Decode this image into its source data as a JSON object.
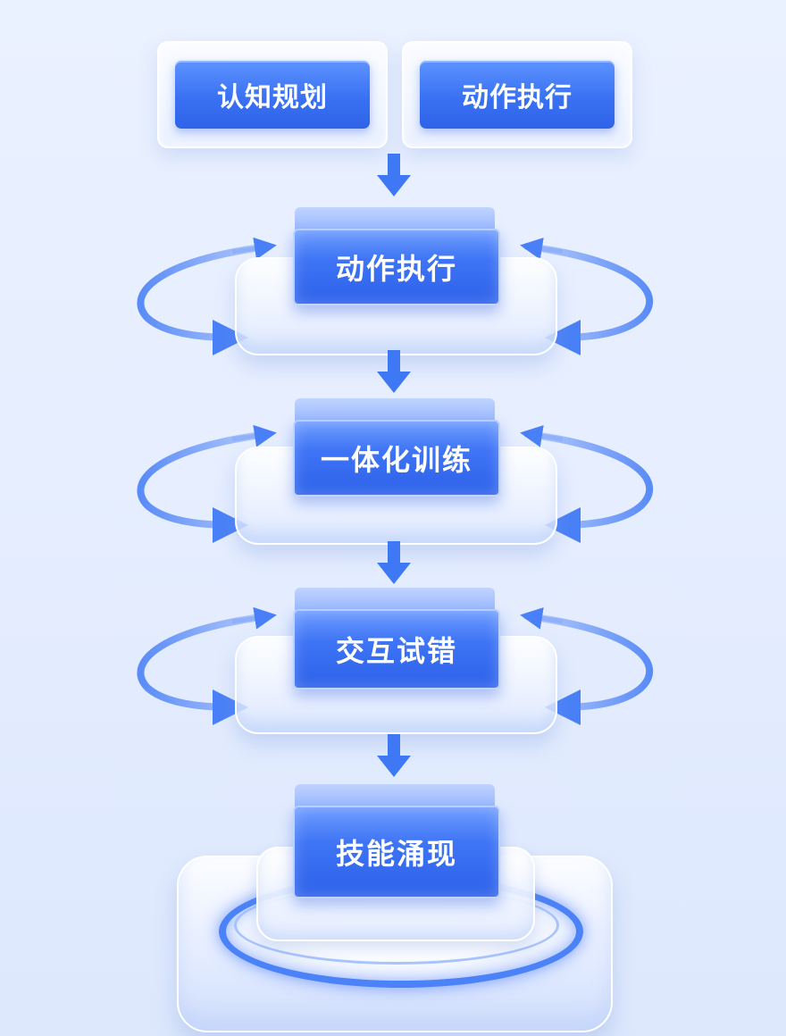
{
  "top_row": {
    "left_label": "认知规划",
    "right_label": "动作执行"
  },
  "stages": [
    {
      "label": "动作执行"
    },
    {
      "label": "一体化训练"
    },
    {
      "label": "交互试错"
    },
    {
      "label": "技能涌现"
    }
  ],
  "colors": {
    "accent_blue": "#3a71f3",
    "arrow_blue": "#3f78f4",
    "background": "#e6eeff"
  }
}
